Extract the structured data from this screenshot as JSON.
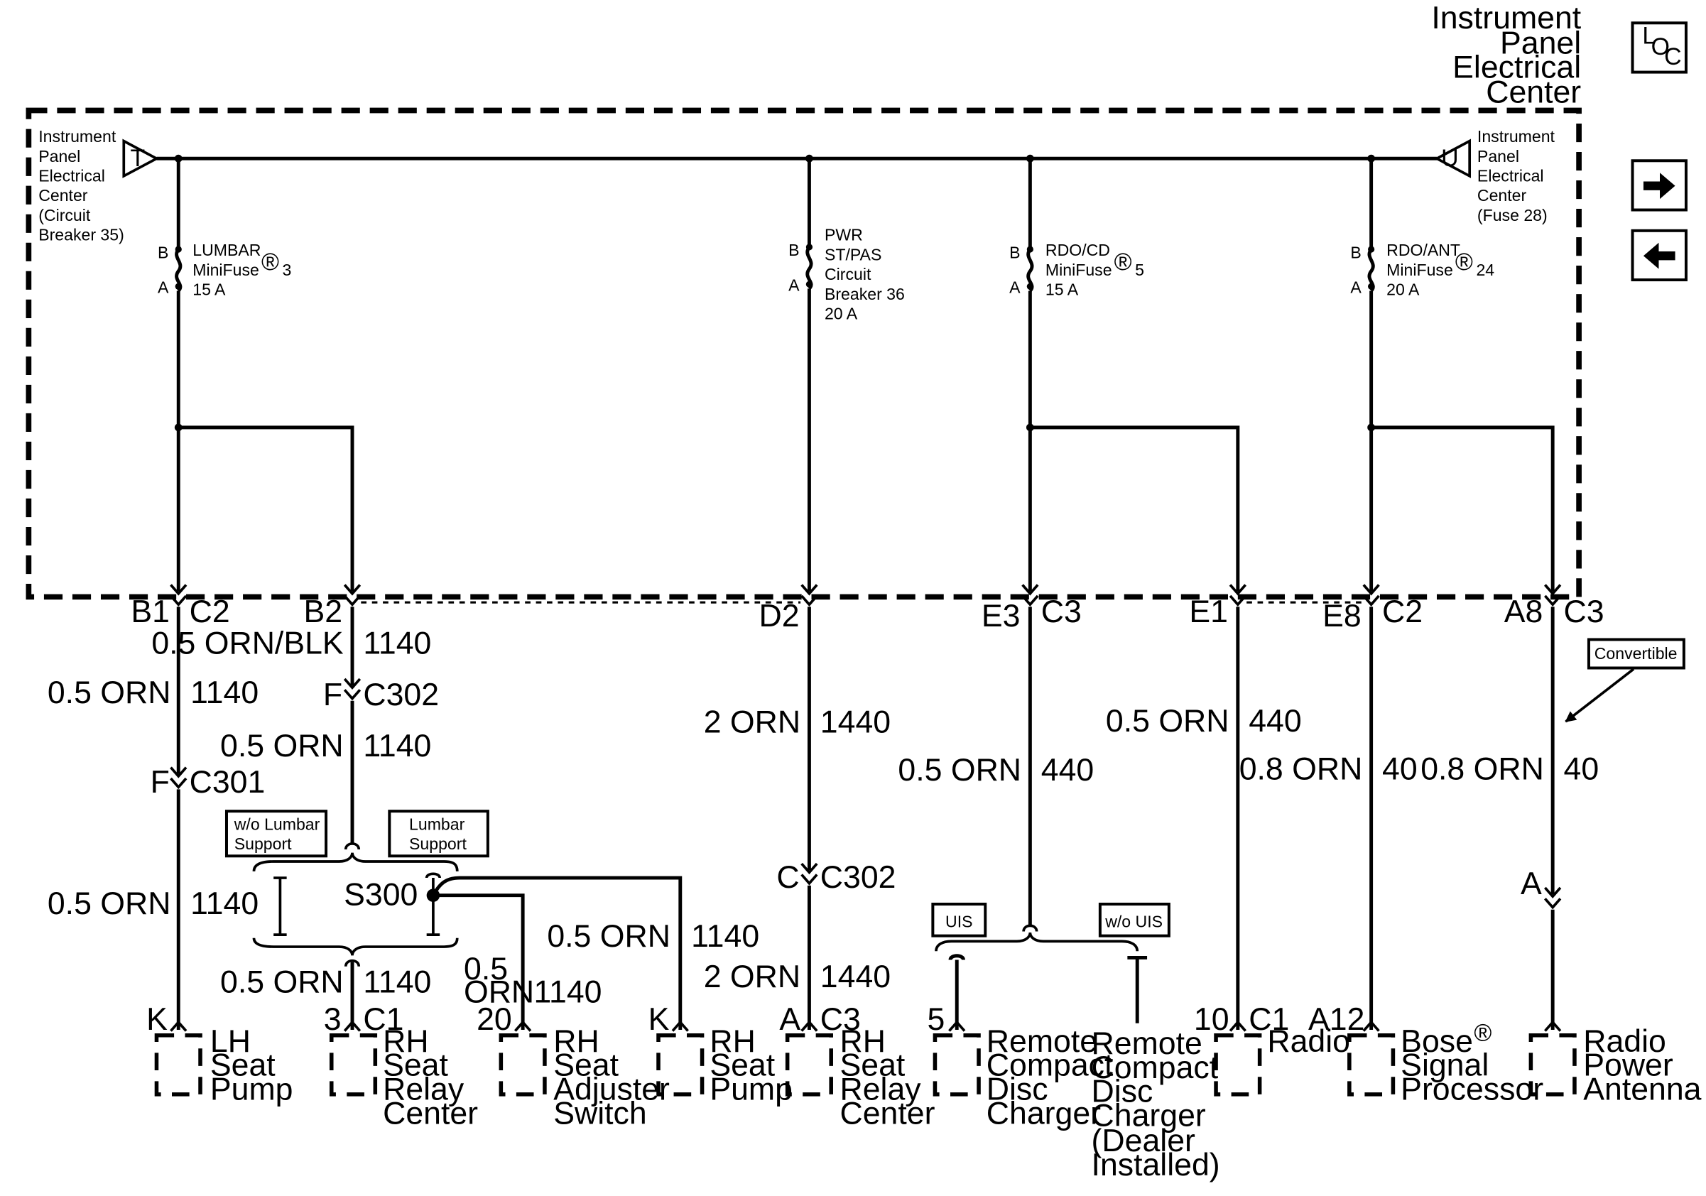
{
  "header": {
    "title_lines": [
      "Instrument",
      "Panel",
      "Electrical",
      "Center"
    ]
  },
  "nav": {
    "loc_label": "LOC",
    "forward_icon": "right-arrow-icon",
    "back_icon": "left-arrow-icon"
  },
  "sources": {
    "left_terminal": "T",
    "left_lines": [
      "Instrument",
      "Panel",
      "Electrical",
      "Center",
      "(Circuit",
      "Breaker 35)"
    ],
    "right_terminal": "U",
    "right_lines": [
      "Instrument",
      "Panel",
      "Electrical",
      "Center",
      "(Fuse 28)"
    ]
  },
  "fuses": [
    {
      "pin_top": "B",
      "pin_bottom": "A",
      "lines": [
        "LUMBAR",
        "MiniFuse",
        "15 A"
      ],
      "number": "3"
    },
    {
      "pin_top": "B",
      "pin_bottom": "A",
      "lines": [
        "PWR",
        "ST/PAS",
        "Circuit",
        "Breaker 36",
        "20 A"
      ]
    },
    {
      "pin_top": "B",
      "pin_bottom": "A",
      "lines": [
        "RDO/CD",
        "MiniFuse",
        "15 A"
      ],
      "number": "5"
    },
    {
      "pin_top": "B",
      "pin_bottom": "A",
      "lines": [
        "RDO/ANT",
        "MiniFuse",
        "20 A"
      ],
      "number": "24"
    }
  ],
  "registered_mark": "®",
  "terminals": {
    "b1": "B1",
    "c2a": "C2",
    "b2": "B2",
    "d2": "D2",
    "e3": "E3",
    "c3a": "C3",
    "e1": "E1",
    "e8": "E8",
    "c2b": "C2",
    "a8": "A8",
    "c3b": "C3"
  },
  "wires": {
    "b2_size": "0.5 ORN/BLK",
    "b2_circuit": "1140",
    "b1_size": "0.5 ORN",
    "b1_circuit": "1140",
    "b2_lower_size": "0.5 ORN",
    "b2_lower_circuit": "1140",
    "lh_lower_size": "0.5 ORN",
    "lh_lower_circuit": "1140",
    "d2_size": "2 ORN",
    "d2_circuit": "1440",
    "d2_lower_size": "2 ORN",
    "d2_lower_circuit": "1440",
    "e3_size": "0.5 ORN",
    "e3_circuit": "440",
    "e1_size": "0.5 ORN",
    "e1_circuit": "440",
    "e8_size": "0.8 ORN",
    "e8_circuit": "40",
    "a8_size": "0.8 ORN",
    "a8_circuit": "40",
    "relay_size": "0.5 ORN",
    "relay_circuit": "1140",
    "switch_size_1": "0.5",
    "switch_size_2": "ORN",
    "switch_circuit": "1140",
    "rhpump_size": "0.5 ORN",
    "rhpump_circuit": "1140"
  },
  "connectors": {
    "c302_a_pin": "F",
    "c302_a": "C302",
    "c301_pin": "F",
    "c301": "C301",
    "c302_b_pin": "C",
    "c302_b": "C302",
    "antenna_pin": "A"
  },
  "splice": "S300",
  "options": {
    "wo_lumbar": [
      "w/o Lumbar",
      "Support"
    ],
    "lumbar": [
      "Lumbar",
      "Support"
    ],
    "uis": "UIS",
    "wo_uis": "w/o UIS",
    "convertible": "Convertible"
  },
  "components": [
    {
      "pin": "K",
      "conn": "",
      "lines": [
        "LH",
        "Seat",
        "Pump"
      ]
    },
    {
      "pin": "3",
      "conn": "C1",
      "lines": [
        "RH",
        "Seat",
        "Relay",
        "Center"
      ]
    },
    {
      "pin": "20",
      "conn": "",
      "lines": [
        "RH",
        "Seat",
        "Adjuster",
        "Switch"
      ]
    },
    {
      "pin": "K",
      "conn": "",
      "lines": [
        "RH",
        "Seat",
        "Pump"
      ]
    },
    {
      "pin": "A",
      "conn": "C3",
      "lines": [
        "RH",
        "Seat",
        "Relay",
        "Center"
      ]
    },
    {
      "pin": "5",
      "conn": "",
      "lines": [
        "Remote",
        "Compact",
        "Disc",
        "Charger"
      ]
    },
    {
      "pin": "",
      "conn": "",
      "lines": [
        "Remote",
        "Compact",
        "Disc",
        "Charger",
        "(Dealer",
        "Installed)"
      ]
    },
    {
      "pin": "10",
      "conn": "C1",
      "lines": [
        "Radio"
      ]
    },
    {
      "pin": "A12",
      "conn": "",
      "lines": [
        "Bose",
        "Signal",
        "Processor"
      ]
    },
    {
      "pin": "",
      "conn": "",
      "lines": [
        "Radio",
        "Power",
        "Antenna"
      ]
    }
  ]
}
